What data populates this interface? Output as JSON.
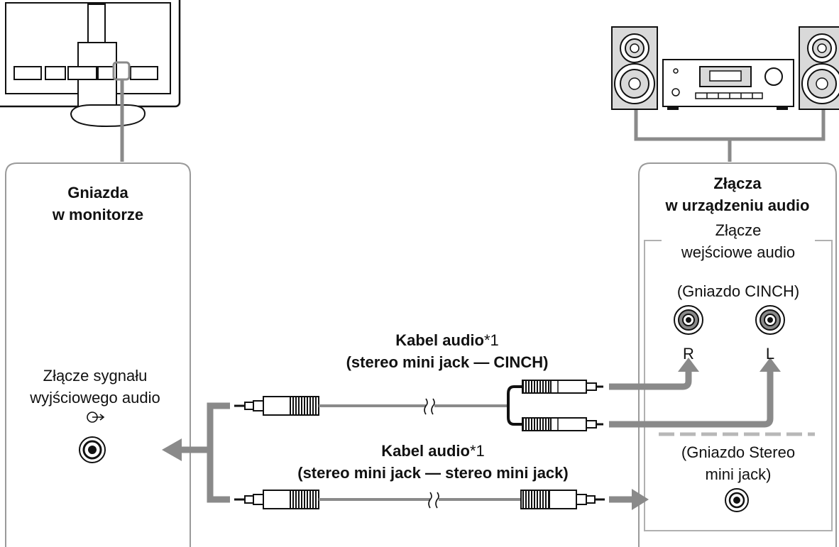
{
  "monitor_panel": {
    "title_line1": "Gniazda",
    "title_line2": "w monitorze",
    "output_label_line1": "Złącze sygnału",
    "output_label_line2": "wyjściowego audio"
  },
  "audio_panel": {
    "title_line1": "Złącza",
    "title_line2": "w urządzeniu audio",
    "input_label_line1": "Złącze",
    "input_label_line2": "wejściowe audio",
    "cinch_label": "(Gniazdo CINCH)",
    "channel_right": "R",
    "channel_left": "L",
    "stereo_label_line1": "(Gniazdo Stereo",
    "stereo_label_line2": "mini jack)"
  },
  "cable_cinch": {
    "title": "Kabel audio",
    "note_mark": "*1",
    "subtitle": "(stereo mini jack — CINCH)"
  },
  "cable_stereo": {
    "title": "Kabel audio",
    "note_mark": "*1",
    "subtitle": "(stereo mini jack — stereo mini jack)"
  },
  "colors": {
    "line_gray": "#8a8a8a",
    "panel_border": "#9a9a9a",
    "dash_gray": "#b8b8b8",
    "device_gray": "#d9d9d9"
  },
  "icons": {
    "output_icon": "audio-out-icon",
    "jack": "jack-socket-icon"
  }
}
